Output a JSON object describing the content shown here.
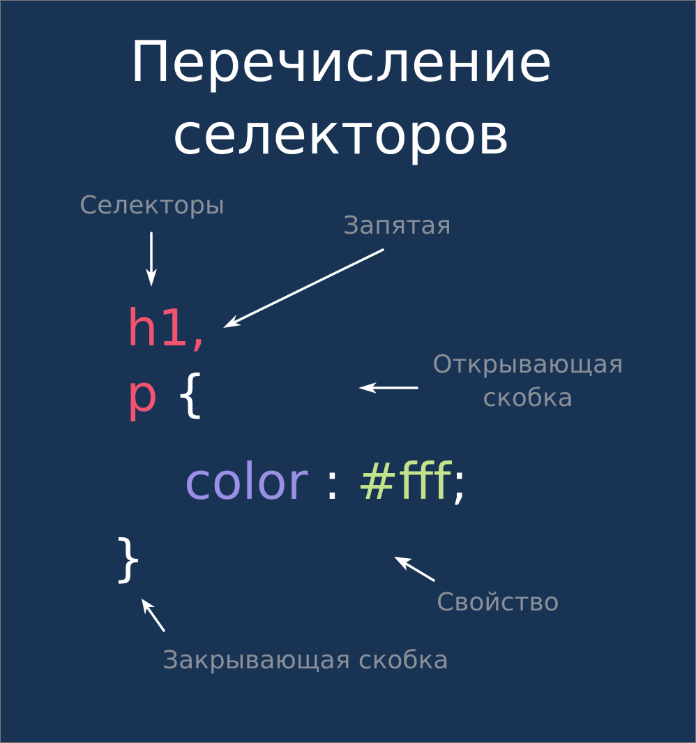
{
  "title": {
    "line1": "Перечисление",
    "line2": "селекторов"
  },
  "labels": {
    "selectors": "Селекторы",
    "comma": "Запятая",
    "opening_brace_line1": "Открывающая",
    "opening_brace_line2": "скобка",
    "property": "Свойство",
    "closing_brace": "Закрывающая  скобка"
  },
  "code": {
    "selector1": "h1",
    "comma": ",",
    "selector2": "p",
    "open_brace": "{",
    "property": "color",
    "colon": ":",
    "value": "#fff",
    "semicolon": ";",
    "close_brace": "}"
  },
  "colors": {
    "background": "#183354",
    "selector": "#f2546f",
    "property": "#9b8fe6",
    "value": "#c2e38c",
    "punctuation": "#ffffff",
    "label": "#8a8f98",
    "arrow": "#ffffff"
  }
}
